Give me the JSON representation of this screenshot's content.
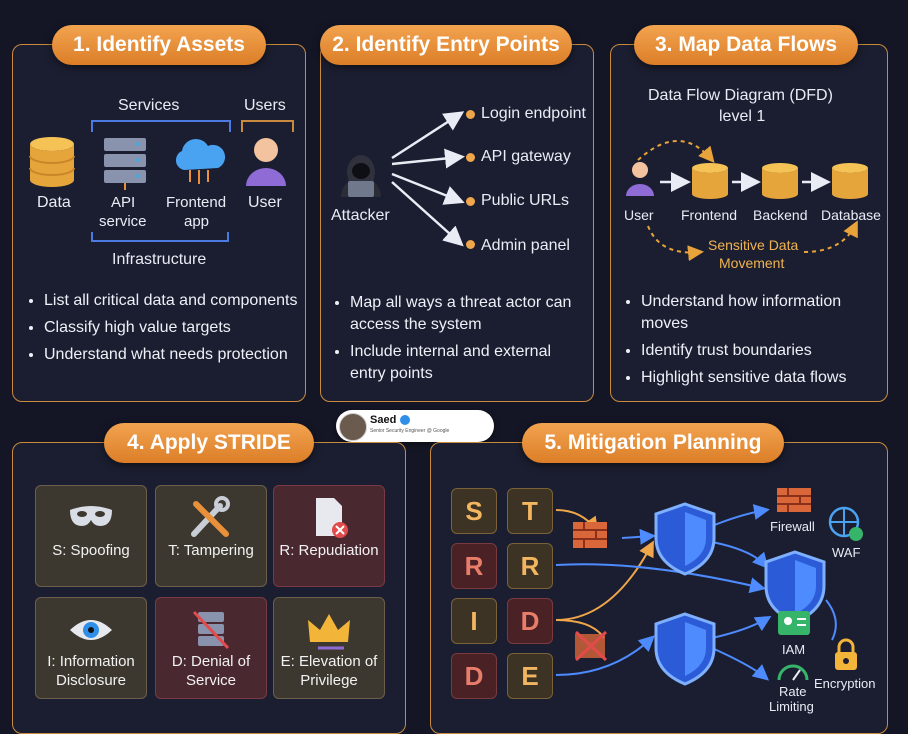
{
  "step1": {
    "title": "1. Identify Assets",
    "services_label": "Services",
    "users_label": "Users",
    "infrastructure_label": "Infrastructure",
    "items": {
      "data": "Data",
      "api_l1": "API",
      "api_l2": "service",
      "fe_l1": "Frontend",
      "fe_l2": "app",
      "user": "User"
    },
    "bullets": [
      "List all critical data and components",
      "Classify high value targets",
      "Understand what needs protection"
    ]
  },
  "step2": {
    "title": "2. Identify Entry Points",
    "attacker": "Attacker",
    "entries": [
      "Login endpoint",
      "API gateway",
      "Public URLs",
      "Admin panel"
    ],
    "bullets": [
      "Map all ways a threat actor can access the system",
      "Include internal and external entry points"
    ]
  },
  "step3": {
    "title": "3. Map Data Flows",
    "dfd_l1": "Data Flow Diagram (DFD)",
    "dfd_l2": "level 1",
    "nodes": [
      "User",
      "Frontend",
      "Backend",
      "Database"
    ],
    "sensitive_l1": "Sensitive Data",
    "sensitive_l2": "Movement",
    "bullets": [
      "Understand how information moves",
      "Identify trust boundaries",
      "Highlight sensitive data flows"
    ]
  },
  "badge": {
    "name": "Saed",
    "subtitle": "Senior Security Engineer @ Google"
  },
  "step4": {
    "title": "4. Apply STRIDE",
    "cards": [
      {
        "l1": "S: Spoofing",
        "l2": ""
      },
      {
        "l1": "T: Tampering",
        "l2": ""
      },
      {
        "l1": "R: Repudiation",
        "l2": ""
      },
      {
        "l1": "I: Information",
        "l2": "Disclosure"
      },
      {
        "l1": "D: Denial of",
        "l2": "Service"
      },
      {
        "l1": "E: Elevation of",
        "l2": "Privilege"
      }
    ]
  },
  "step5": {
    "title": "5. Mitigation Planning",
    "letters": [
      "S",
      "T",
      "R",
      "R",
      "I",
      "D",
      "D",
      "E"
    ],
    "controls": {
      "firewall": "Firewall",
      "waf": "WAF",
      "iam": "IAM",
      "rate_l1": "Rate",
      "rate_l2": "Limiting",
      "encryption": "Encryption"
    }
  },
  "colors": {
    "accent": "#e8913a",
    "panel_border": "#c98a3e",
    "background": "#141626",
    "shield": "#3a7bff"
  },
  "icons": [
    "database-icon",
    "server-icon",
    "cloud-icon",
    "user-icon",
    "hacker-icon",
    "mask-icon",
    "tools-icon",
    "document-x-icon",
    "eye-icon",
    "server-blocked-icon",
    "crown-icon",
    "shield-icon",
    "firewall-icon",
    "globe-check-icon",
    "id-card-icon",
    "gauge-icon",
    "lock-icon"
  ]
}
